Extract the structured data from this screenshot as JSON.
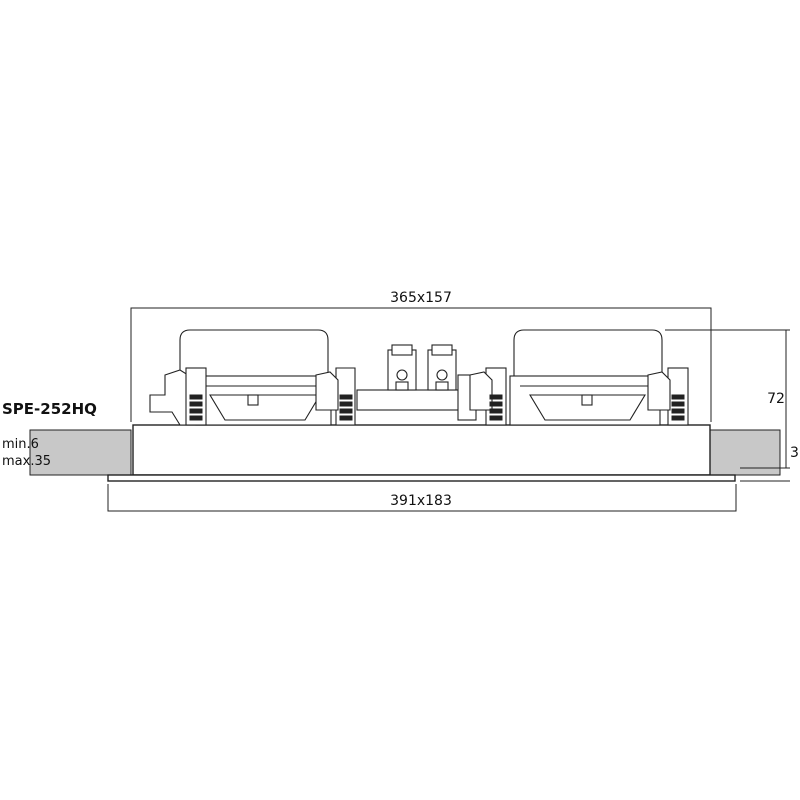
{
  "product": {
    "model": "SPE-252HQ"
  },
  "dimensions": {
    "inner_size": "365x157",
    "outer_size": "391x183",
    "depth": "72",
    "flange": "3",
    "ceiling_min": "min.6",
    "ceiling_max": "max.35"
  },
  "colors": {
    "ceiling": "#c8c8c8",
    "line": "#222222"
  }
}
